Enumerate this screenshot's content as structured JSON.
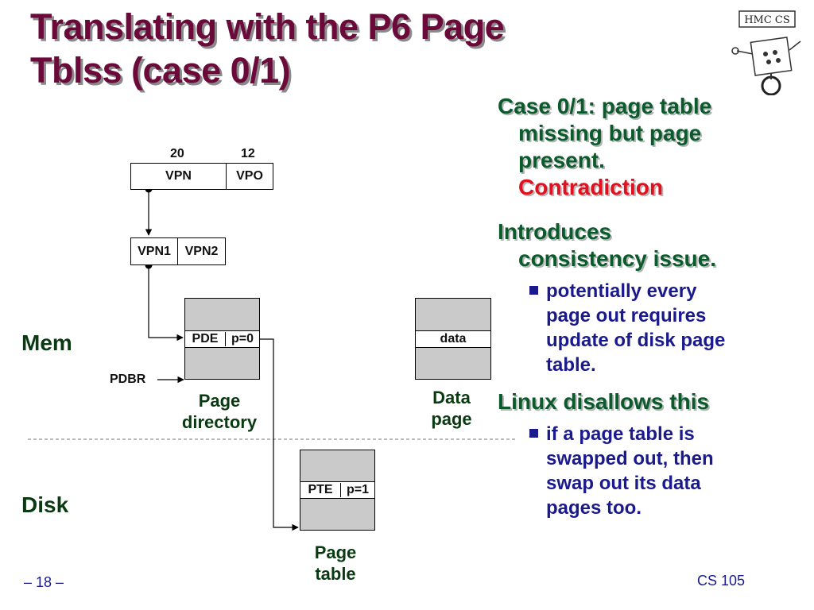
{
  "title": {
    "line1": "Translating with the P6 Page",
    "line2": "Tblss (case 0/1)"
  },
  "bullets": [
    {
      "text_lines": [
        "Case 0/1: page table",
        "missing but page",
        "present."
      ],
      "highlight": "Contradiction"
    },
    {
      "text_lines": [
        "Introduces",
        "consistency issue."
      ]
    },
    {
      "sub_lines": [
        "potentially every",
        "page out requires",
        "update of disk page",
        "table."
      ]
    },
    {
      "text_lines": [
        "Linux disallows this"
      ]
    },
    {
      "sub_lines": [
        "if a page table is",
        "swapped out, then",
        "swap out its data",
        "pages too."
      ]
    }
  ],
  "diagram": {
    "bits_vpn": "20",
    "bits_vpo": "12",
    "vpn": "VPN",
    "vpo": "VPO",
    "vpn1": "VPN1",
    "vpn2": "VPN2",
    "mem_label": "Mem",
    "disk_label": "Disk",
    "pdbr": "PDBR",
    "pde": "PDE",
    "pde_flag": "p=0",
    "page_directory_caption": [
      "Page",
      "directory"
    ],
    "data_label": "data",
    "data_page_caption": [
      "Data",
      "page"
    ],
    "pte": "PTE",
    "pte_flag": "p=1",
    "page_table_caption": [
      "Page",
      "table"
    ]
  },
  "logo": {
    "text": "HMC CS"
  },
  "footer": {
    "page": "– 18 –",
    "course": "CS 105"
  },
  "colors": {
    "title": "#6b0a3a",
    "heading": "#0a5a2c",
    "body": "#1a1a8c",
    "highlight": "#e0101e"
  }
}
